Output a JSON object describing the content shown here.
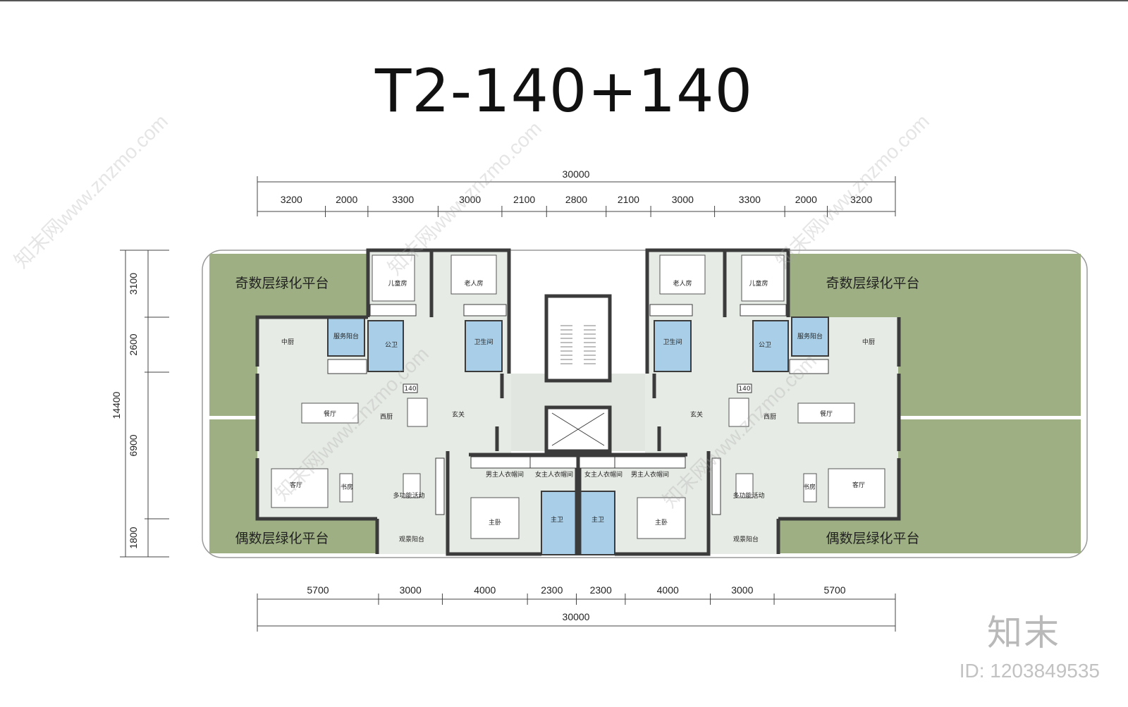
{
  "title": "T2-140+140",
  "dimensions": {
    "top_total": "30000",
    "top_segments": [
      "3200",
      "2000",
      "3300",
      "3000",
      "2100",
      "2800",
      "2100",
      "3000",
      "3300",
      "2000",
      "3200"
    ],
    "bottom_total": "30000",
    "bottom_segments": [
      "5700",
      "3000",
      "4000",
      "2300",
      "2300",
      "4000",
      "3000",
      "5700"
    ],
    "side_total": "14400",
    "side_segments": [
      "3100",
      "2600",
      "6900",
      "1800"
    ]
  },
  "terraces": {
    "odd_floor": "奇数层绿化平台",
    "even_floor": "偶数层绿化平台"
  },
  "rooms": {
    "children_room": "儿童房",
    "elder_room": "老人房",
    "service_balcony": "服务阳台",
    "chinese_kitchen": "中厨",
    "public_bath": "公卫",
    "bathroom": "卫生间",
    "unit_area": "140",
    "dining": "餐厅",
    "western_kitchen": "西厨",
    "entrance": "玄关",
    "living": "客厅",
    "study": "书房",
    "multi_function": "多功能活动",
    "viewing_balcony": "观景阳台",
    "male_closet": "男主人衣帽间",
    "female_closet": "女主人衣帽间",
    "master_bedroom": "主卧",
    "master_bath": "主卫"
  },
  "colors": {
    "terrace_green": "#9eb083",
    "floor_gray": "#e7ebe5",
    "bath_blue": "#a9cfe8",
    "wall": "#3b3b3b"
  },
  "branding": {
    "logo": "知末",
    "id_label": "ID: 1203849535",
    "watermark": "知末网www.znzmo.com"
  }
}
